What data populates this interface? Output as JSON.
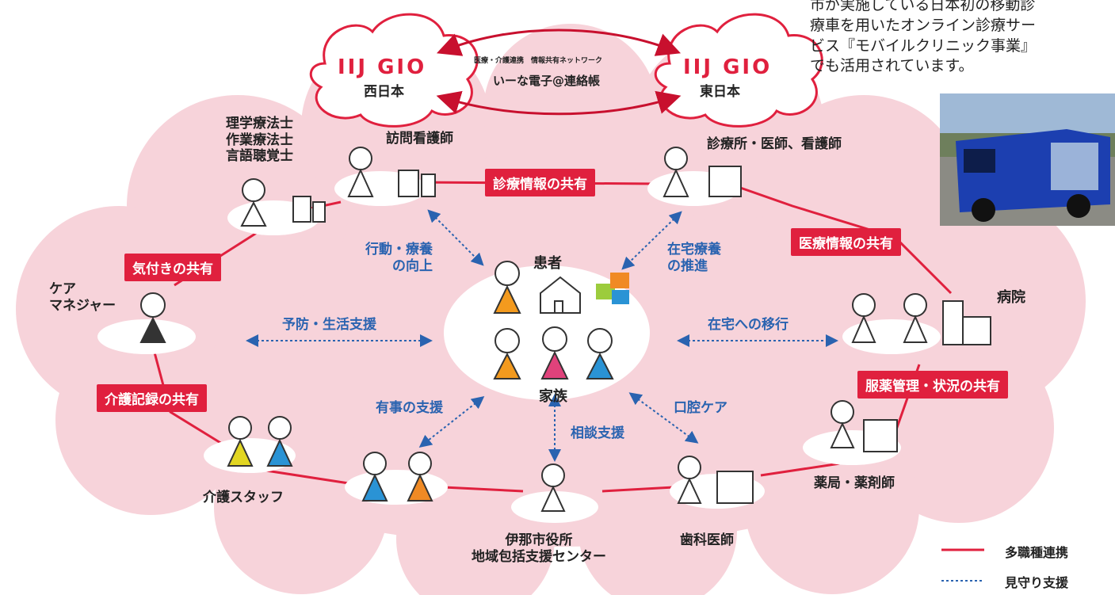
{
  "note": {
    "lines": [
      "市が実施している日本初の移動診",
      "療車を用いたオンライン診療サー",
      "ビス『モバイルクリニック事業』",
      "でも活用されています。"
    ]
  },
  "clouds": {
    "west": {
      "logo": "IIJ GIO",
      "region": "西日本"
    },
    "east": {
      "logo": "IIJ GIO",
      "region": "東日本"
    },
    "network_small": "医療・介護連携　情報共有ネットワーク",
    "network_name": "いーな電子@連絡帳"
  },
  "center": {
    "patient": "患者",
    "family": "家族"
  },
  "roles": {
    "therapists": [
      "理学療法士",
      "作業療法士",
      "言語聴覚士"
    ],
    "visiting_nurse": "訪問看護師",
    "clinic": "診療所・医師、看護師",
    "care_manager": [
      "ケア",
      "マネジャー"
    ],
    "hospital": "病院",
    "care_staff": "介護スタッフ",
    "pharmacy": "薬局・薬剤師",
    "dentist": "歯科医師",
    "city_office": [
      "伊那市役所",
      "地域包括支援センター"
    ]
  },
  "share_tags": {
    "medical_care": "診療情報の共有",
    "medical_info": "医療情報の共有",
    "awareness": "気付きの共有",
    "care_record": "介護記録の共有",
    "medication": "服薬管理・状況の共有"
  },
  "support_labels": {
    "behavior": [
      "行動・療養",
      "の向上"
    ],
    "home_care": [
      "在宅療養",
      "の推進"
    ],
    "prevention": "予防・生活支援",
    "home_transition": "在宅への移行",
    "emergency": "有事の支援",
    "oral": "口腔ケア",
    "consult": "相談支援"
  },
  "legend": {
    "solid_label": "多職種連携",
    "dotted_label": "見守り支援"
  },
  "colors": {
    "cloud_fill": "#f7d3da",
    "accent_red": "#e0203e",
    "support_blue": "#2a63b0"
  }
}
